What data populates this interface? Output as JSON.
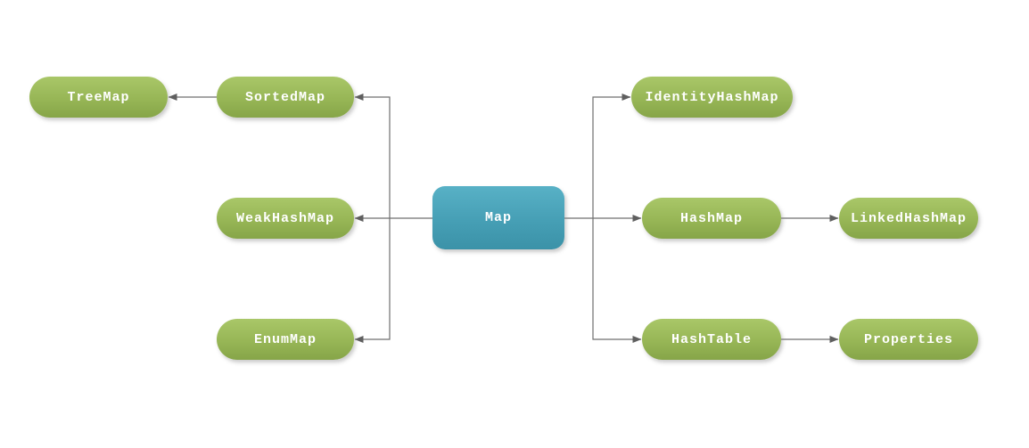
{
  "diagram": {
    "background": "#ffffff",
    "nodes": [
      {
        "id": "treemap",
        "label": "TreeMap",
        "color": "green"
      },
      {
        "id": "sortedmap",
        "label": "SortedMap",
        "color": "green"
      },
      {
        "id": "weakhashmap",
        "label": "WeakHashMap",
        "color": "green"
      },
      {
        "id": "enummap",
        "label": "EnumMap",
        "color": "green"
      },
      {
        "id": "map",
        "label": "Map",
        "color": "blue"
      },
      {
        "id": "identityhashmap",
        "label": "IdentityHashMap",
        "color": "green"
      },
      {
        "id": "hashmap",
        "label": "HashMap",
        "color": "green"
      },
      {
        "id": "linkedhashmap",
        "label": "LinkedHashMap",
        "color": "green"
      },
      {
        "id": "hashtable",
        "label": "HashTable",
        "color": "green"
      },
      {
        "id": "properties",
        "label": "Properties",
        "color": "green"
      }
    ],
    "edges": [
      {
        "from": "Map",
        "to": "SortedMap"
      },
      {
        "from": "SortedMap",
        "to": "TreeMap"
      },
      {
        "from": "Map",
        "to": "WeakHashMap"
      },
      {
        "from": "Map",
        "to": "EnumMap"
      },
      {
        "from": "Map",
        "to": "IdentityHashMap"
      },
      {
        "from": "Map",
        "to": "HashMap"
      },
      {
        "from": "HashMap",
        "to": "LinkedHashMap"
      },
      {
        "from": "Map",
        "to": "HashTable"
      },
      {
        "from": "HashTable",
        "to": "Properties"
      }
    ],
    "colors": {
      "node_green_top": "#a9c768",
      "node_green_bottom": "#86a548",
      "node_blue_top": "#58b1c6",
      "node_blue_bottom": "#3b92a8",
      "connector": "#6a6a6a",
      "label_text": "#ffffff"
    }
  }
}
